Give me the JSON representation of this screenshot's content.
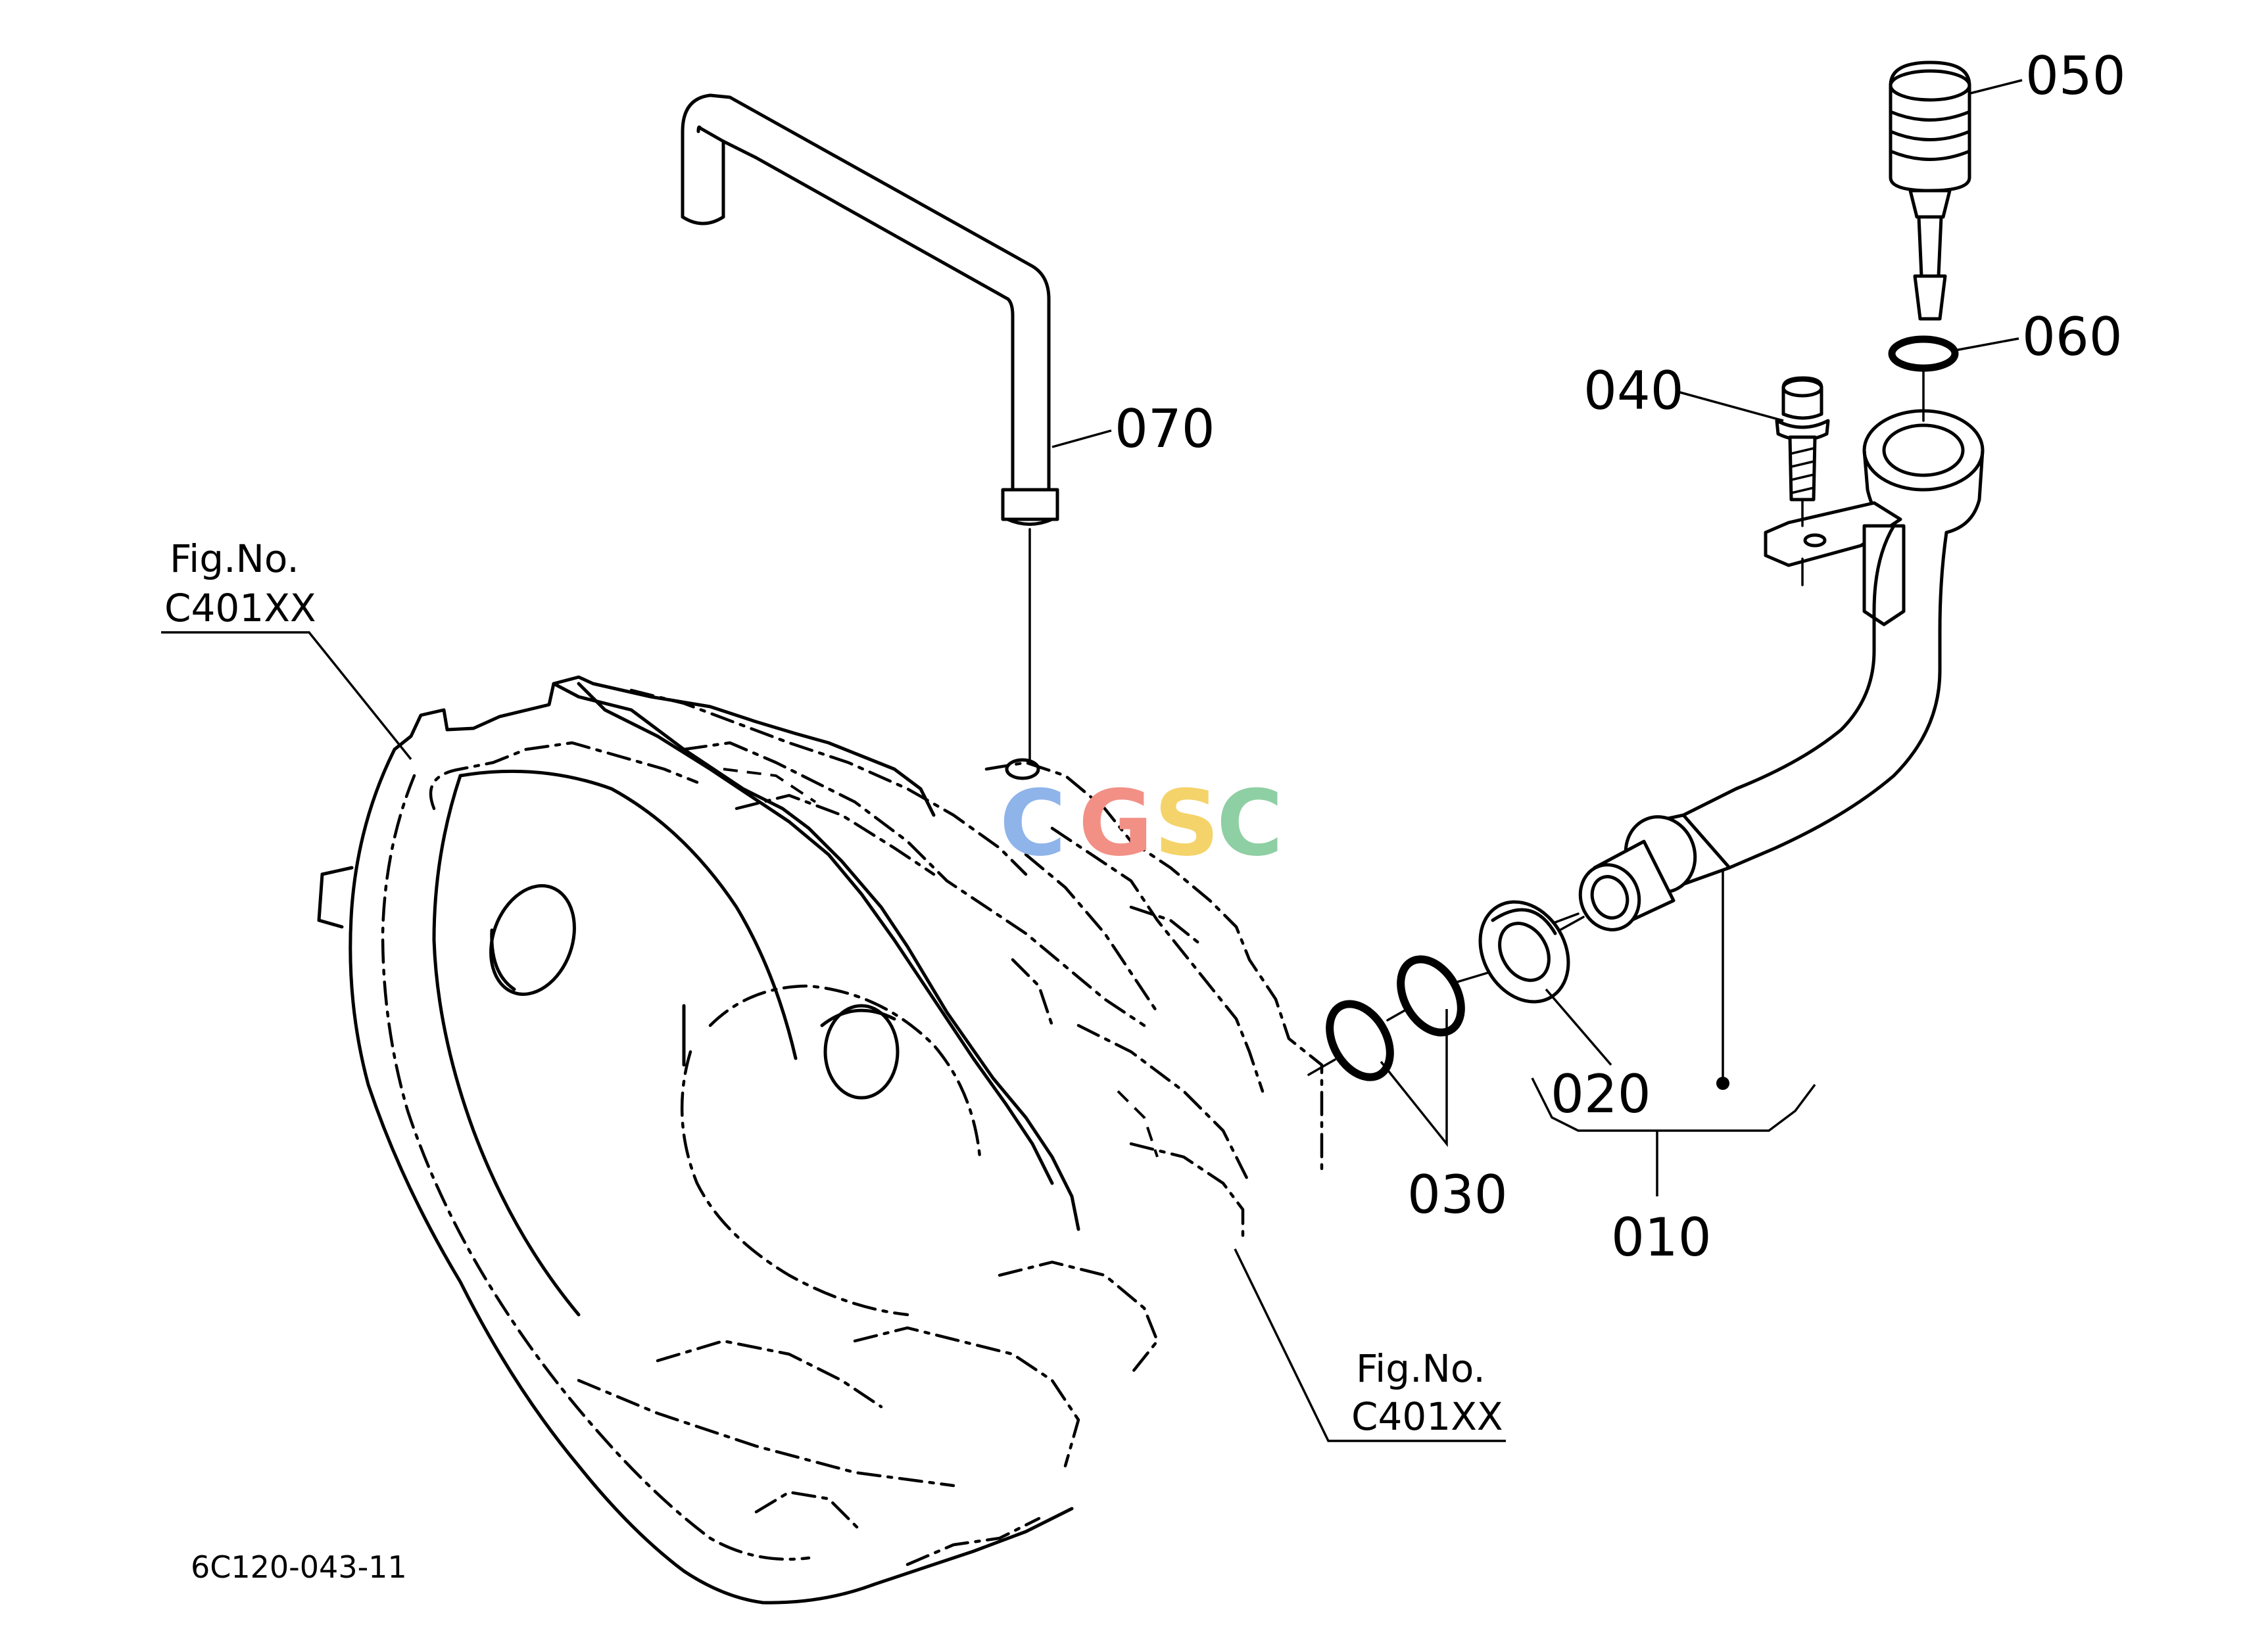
{
  "callouts": {
    "p010": "010",
    "p020": "020",
    "p030": "030",
    "p040": "040",
    "p050": "050",
    "p060": "060",
    "p070": "070"
  },
  "figure_refs": [
    {
      "line1": "Fig.No.",
      "line2": "C401XX"
    },
    {
      "line1": "Fig.No.",
      "line2": "C401XX"
    }
  ],
  "diagram_code": "6C120-043-11",
  "watermark": {
    "letters": [
      "C",
      "G",
      "S",
      "C"
    ],
    "colors": [
      "#8fb4ea",
      "#f29086",
      "#f5d36b",
      "#8ecfa4"
    ]
  }
}
